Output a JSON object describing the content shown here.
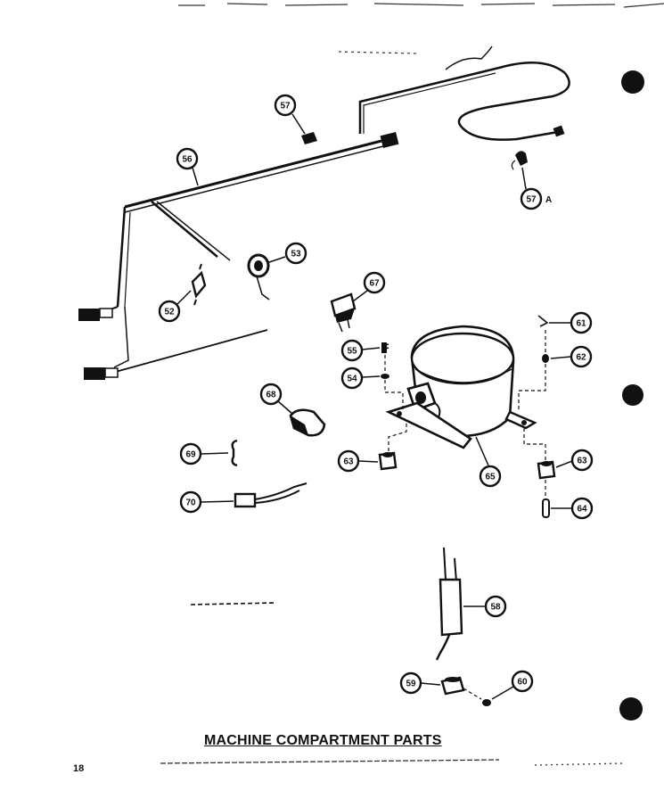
{
  "title": "MACHINE COMPARTMENT PARTS",
  "page_number": "18",
  "callouts": [
    {
      "id": "c57",
      "label": "57"
    },
    {
      "id": "c56",
      "label": "56"
    },
    {
      "id": "c57a",
      "label": "57",
      "suffix": "A"
    },
    {
      "id": "c53",
      "label": "53"
    },
    {
      "id": "c52",
      "label": "52"
    },
    {
      "id": "c67",
      "label": "67"
    },
    {
      "id": "c61",
      "label": "61"
    },
    {
      "id": "c55",
      "label": "55"
    },
    {
      "id": "c62",
      "label": "62"
    },
    {
      "id": "c54",
      "label": "54"
    },
    {
      "id": "c68",
      "label": "68"
    },
    {
      "id": "c69",
      "label": "69"
    },
    {
      "id": "c63a",
      "label": "63"
    },
    {
      "id": "c65",
      "label": "65"
    },
    {
      "id": "c63b",
      "label": "63"
    },
    {
      "id": "c64",
      "label": "64"
    },
    {
      "id": "c70",
      "label": "70"
    },
    {
      "id": "c58",
      "label": "58"
    },
    {
      "id": "c59",
      "label": "59"
    },
    {
      "id": "c60",
      "label": "60"
    }
  ]
}
